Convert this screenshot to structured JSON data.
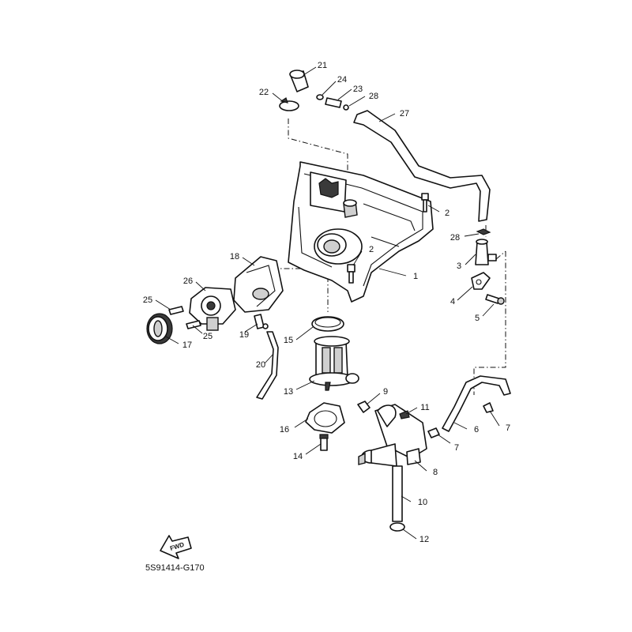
{
  "diagram": {
    "drawing_code": "5S91414-G170",
    "fwd_label": "FWD",
    "callouts": {
      "c1": "1",
      "c2a": "2",
      "c2b": "2",
      "c3": "3",
      "c4": "4",
      "c5": "5",
      "c6": "6",
      "c7a": "7",
      "c7b": "7",
      "c8": "8",
      "c9": "9",
      "c10": "10",
      "c11": "11",
      "c12": "12",
      "c13": "13",
      "c14": "14",
      "c15": "15",
      "c16": "16",
      "c17": "17",
      "c18": "18",
      "c19": "19",
      "c20": "20",
      "c21": "21",
      "c22": "22",
      "c23": "23",
      "c24": "24",
      "c25a": "25",
      "c25b": "25",
      "c26": "26",
      "c27": "27",
      "c28a": "28",
      "c28b": "28"
    }
  }
}
